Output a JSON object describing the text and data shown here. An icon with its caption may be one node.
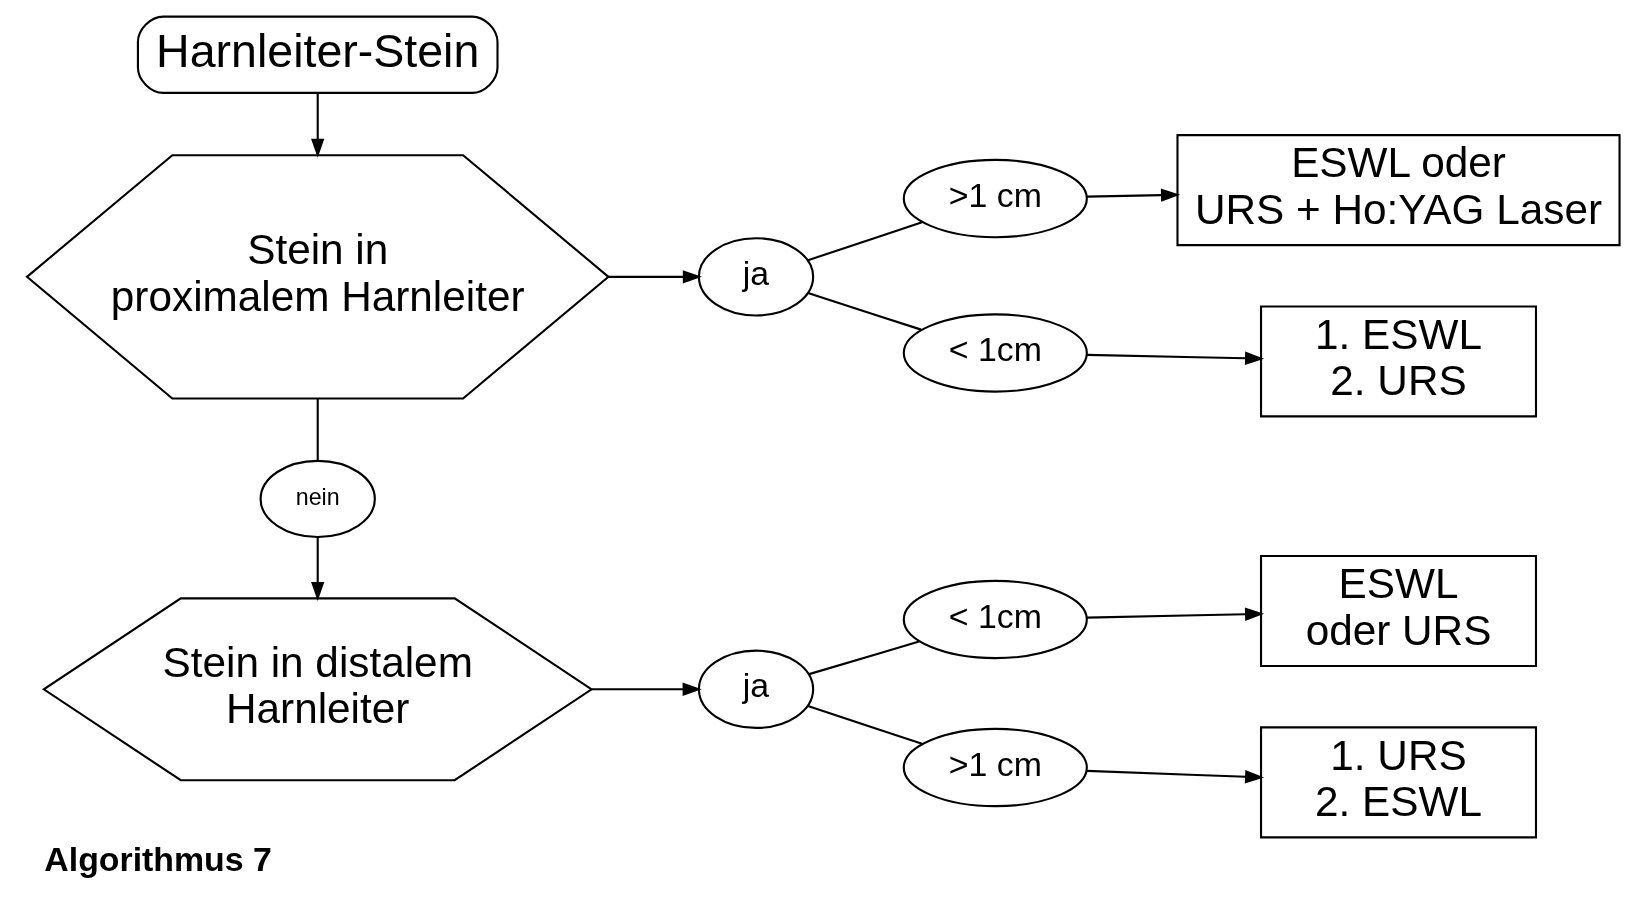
{
  "diagram": {
    "caption": "Algorithmus 7",
    "nodes": [
      {
        "text": [
          "Harnleiter-Stein"
        ]
      },
      {
        "text": [
          "Stein in proximalem Harnleiter"
        ]
      },
      {
        "text": [
          "nein"
        ]
      },
      {
        "text": [
          "ja"
        ]
      },
      {
        "text": [
          ">1 cm"
        ]
      },
      {
        "text": [
          "ESWL oder URS + Ho:YAG Laser"
        ]
      },
      {
        "text": [
          "< 1cm"
        ]
      },
      {
        "text": [
          "1. ESWL 2. URS"
        ]
      },
      {
        "text": [
          "Stein in distalem Harnleiter"
        ]
      },
      {
        "text": [
          "ja"
        ]
      },
      {
        "text": [
          "< 1cm"
        ]
      },
      {
        "text": [
          "ESWL oder URS"
        ]
      },
      {
        "text": [
          ">1 cm"
        ]
      },
      {
        "text": [
          "1. URS 2. ESWL"
        ]
      }
    ],
    "edges": [
      {
        "from": 0,
        "to": 1,
        "arrow": "to"
      },
      {
        "from": 1,
        "to": 2,
        "arrow": "none"
      },
      {
        "from": 2,
        "to": 8,
        "arrow": "to"
      },
      {
        "from": 1,
        "to": 3,
        "arrow": "to"
      },
      {
        "from": 3,
        "to": 4,
        "arrow": "none"
      },
      {
        "from": 4,
        "to": 5,
        "arrow": "to"
      },
      {
        "from": 3,
        "to": 6,
        "arrow": "none"
      },
      {
        "from": 6,
        "to": 7,
        "arrow": "to"
      },
      {
        "from": 8,
        "to": 9,
        "arrow": "to"
      },
      {
        "from": 9,
        "to": 10,
        "arrow": "none"
      },
      {
        "from": 9,
        "to": 12,
        "arrow": "none"
      },
      {
        "from": 10,
        "to": 11,
        "arrow": "to"
      },
      {
        "from": 12,
        "to": 13,
        "arrow": "to"
      }
    ]
  }
}
